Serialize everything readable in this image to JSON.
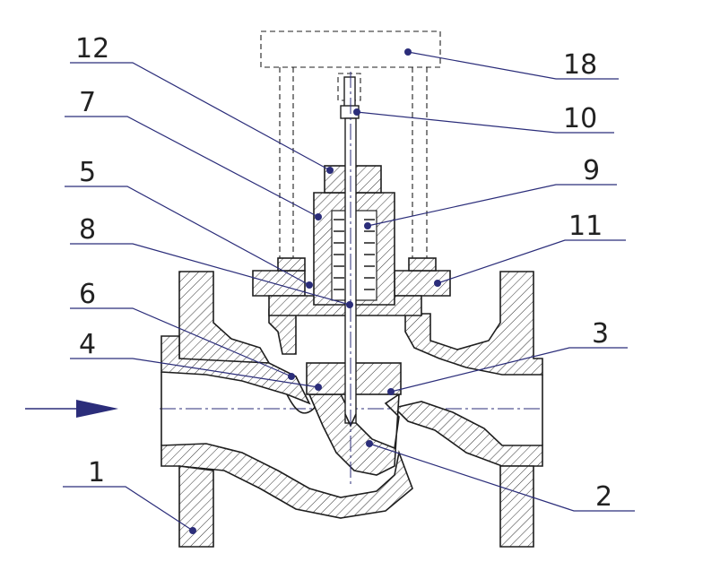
{
  "callouts": [
    {
      "id": "c1",
      "label": "1"
    },
    {
      "id": "c2",
      "label": "2"
    },
    {
      "id": "c3",
      "label": "3"
    },
    {
      "id": "c4",
      "label": "4"
    },
    {
      "id": "c5",
      "label": "5"
    },
    {
      "id": "c6",
      "label": "6"
    },
    {
      "id": "c7",
      "label": "7"
    },
    {
      "id": "c8",
      "label": "8"
    },
    {
      "id": "c9",
      "label": "9"
    },
    {
      "id": "c10",
      "label": "10"
    },
    {
      "id": "c11",
      "label": "11"
    },
    {
      "id": "c12",
      "label": "12"
    },
    {
      "id": "c18",
      "label": "18"
    }
  ],
  "colors": {
    "leader": "#2b2d7a",
    "ink": "#1e1e1e",
    "arrow": "#2b2d7a"
  }
}
